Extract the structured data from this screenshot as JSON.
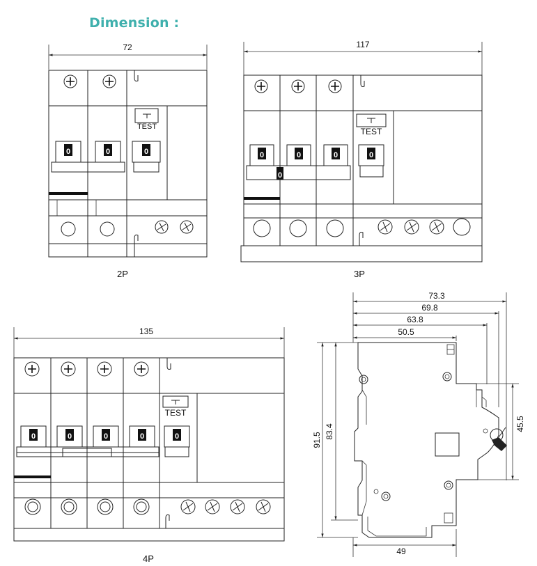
{
  "title": "Dimension :",
  "views": {
    "p2": {
      "caption": "2P",
      "width": "72",
      "test_label": "TEST",
      "handle_text": "0"
    },
    "p3": {
      "caption": "3P",
      "width": "117",
      "test_label": "TEST",
      "handle_text": "0"
    },
    "p4": {
      "caption": "4P",
      "width": "135",
      "test_label": "TEST",
      "handle_text": "0"
    },
    "side": {
      "depth_1": "73.3",
      "depth_2": "69.8",
      "depth_3": "63.8",
      "depth_4": "50.5",
      "height_total": "91.5",
      "height_body": "83.4",
      "height_front": "45.5",
      "base_width": "49"
    }
  }
}
